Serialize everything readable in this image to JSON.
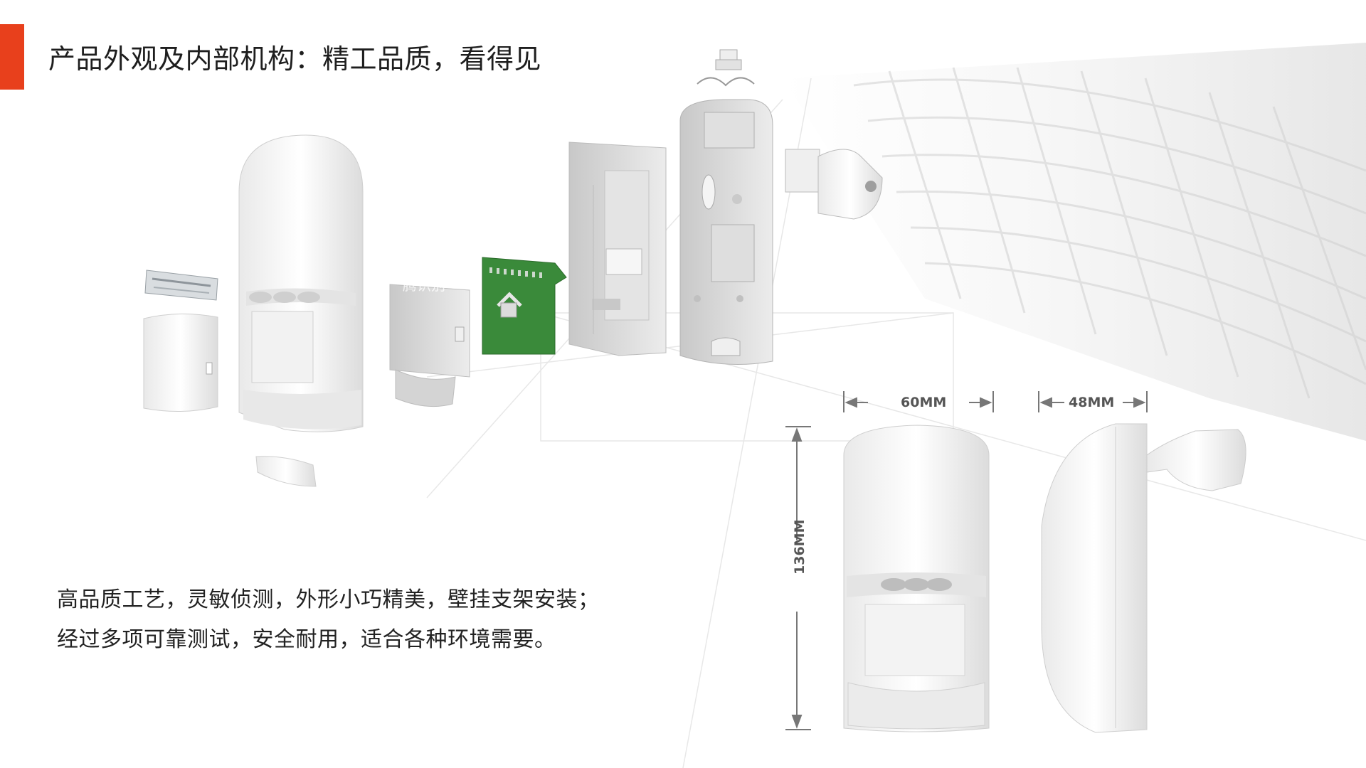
{
  "slide": {
    "title": "产品外观及内部机构：精工品质，看得见",
    "accent_color": "#e8401c",
    "description": [
      "高品质工艺，灵敏侦测，外形小巧精美，壁挂支架安装；",
      "经过多项可靠测试，安全耐用，适合各种环境需要。"
    ]
  },
  "dimensions": {
    "width_front": "60MM",
    "width_side": "48MM",
    "height": "136MM"
  },
  "watermark": "腾识别",
  "colors": {
    "pcb": "#3a8a3a",
    "housing": "#f4f4f4",
    "frame": "#d8d8d8"
  }
}
